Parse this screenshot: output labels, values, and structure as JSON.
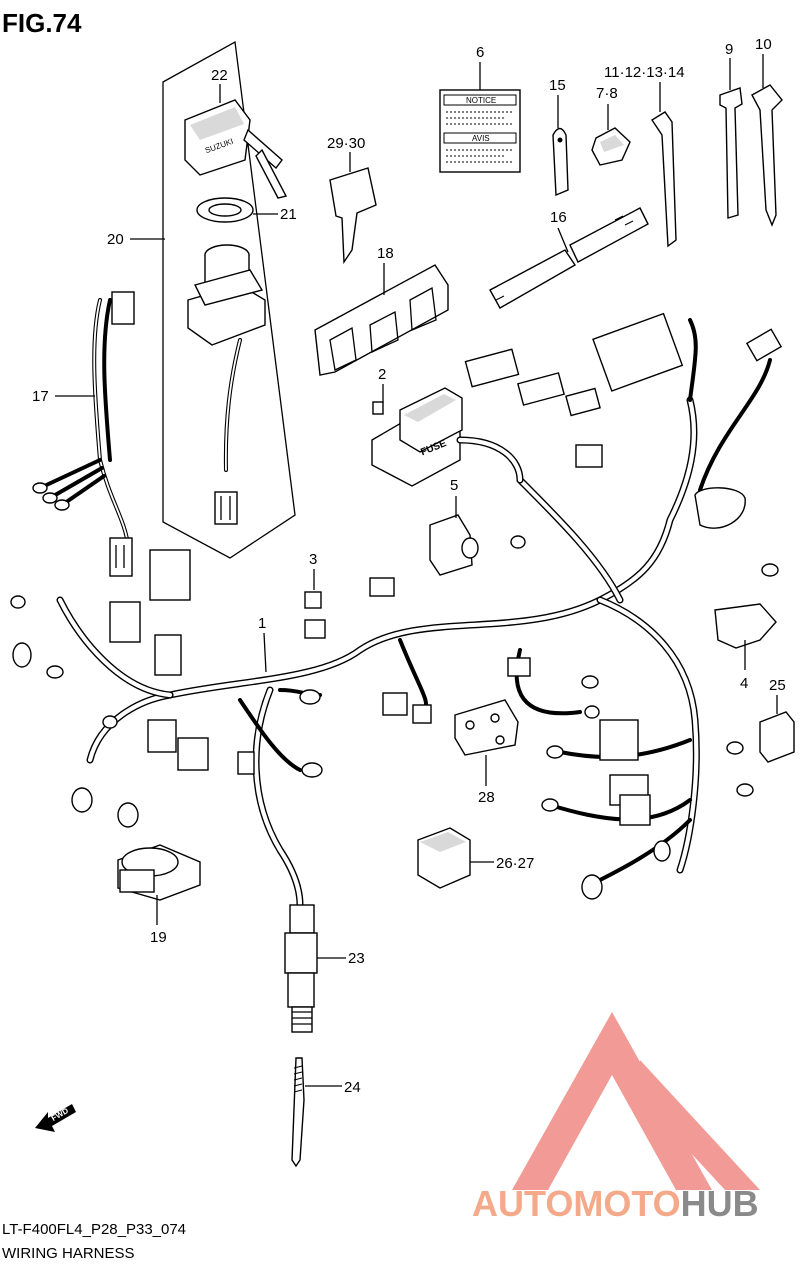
{
  "figure": {
    "title": "FIG.74",
    "code": "LT-F400FL4_P28_P33_074",
    "name": "WIRING HARNESS"
  },
  "labels": {
    "p1": "1",
    "p2": "2",
    "p3": "3",
    "p4": "4",
    "p5": "5",
    "p6": "6",
    "p7_8": "7·8",
    "p9": "9",
    "p10": "10",
    "p11_14": "11·12·13·14",
    "p15": "15",
    "p16": "16",
    "p17": "17",
    "p18": "18",
    "p19": "19",
    "p20": "20",
    "p21": "21",
    "p22": "22",
    "p23": "23",
    "p24": "24",
    "p25": "25",
    "p26_27": "26·27",
    "p28": "28",
    "p29_30": "29·30"
  },
  "notice_label": {
    "notice": "NOTICE",
    "avis": "AVIS"
  },
  "fuse_text": "FUSE",
  "key_brand": "SUZUKI",
  "fwd_text": "FWD",
  "watermark": {
    "part1": "AUTOMOTO",
    "part2": "HUB",
    "color1": "#f4a98a",
    "color2": "#8a8a8a",
    "logo_color": "#f08a84"
  }
}
